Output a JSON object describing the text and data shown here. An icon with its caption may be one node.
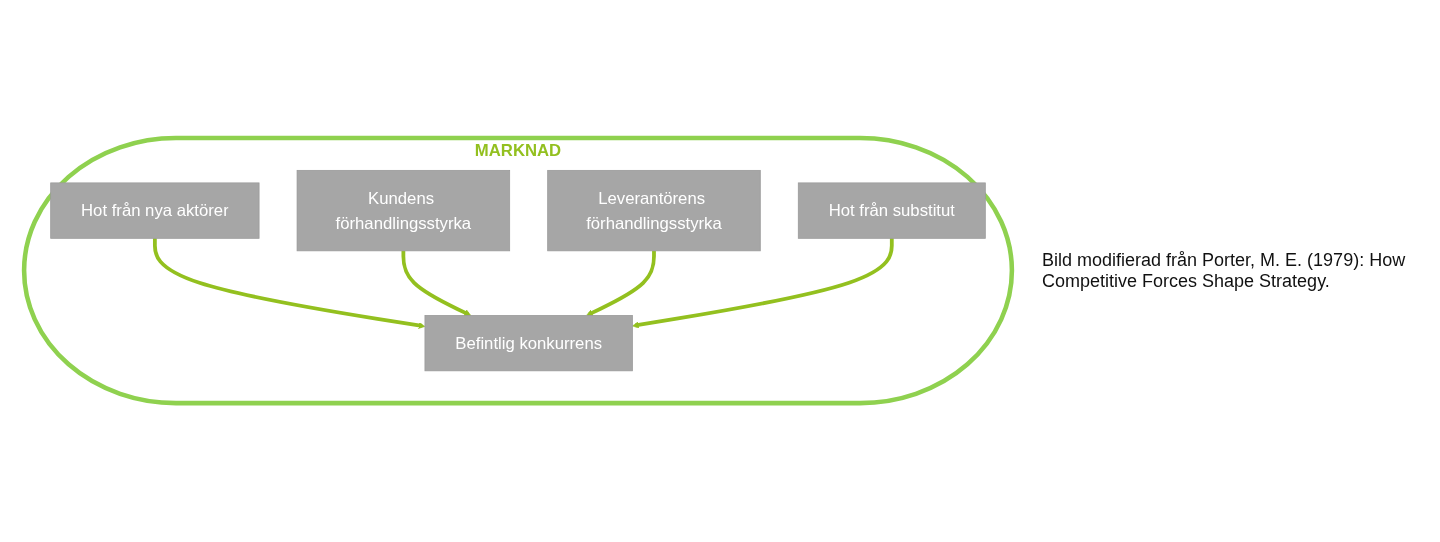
{
  "diagram": {
    "nodes": [
      {
        "text": [
          "MARKNAD"
        ]
      },
      {
        "text": [
          "Hot från nya aktörer"
        ],
        "in": 0
      },
      {
        "text": [
          "Kundens förhandlingsstyrka"
        ],
        "in": 0
      },
      {
        "text": [
          "Befintlig konkurrens"
        ],
        "in": 0
      },
      {
        "text": [
          "Leverantörens förhandlingsstyrka"
        ],
        "in": 0
      },
      {
        "text": [
          "Hot från substitut"
        ],
        "in": 0
      }
    ],
    "edges": [
      {
        "from": 1,
        "to": 3,
        "arrow": "to"
      },
      {
        "from": 2,
        "to": 3,
        "arrow": "to"
      },
      {
        "from": 4,
        "to": 3,
        "arrow": "to"
      },
      {
        "from": 5,
        "to": 3,
        "arrow": "to"
      }
    ],
    "labels": [
      "Bild modifierad från Porter, M. E. (1979): How Competitive Forces Shape Strategy."
    ]
  }
}
